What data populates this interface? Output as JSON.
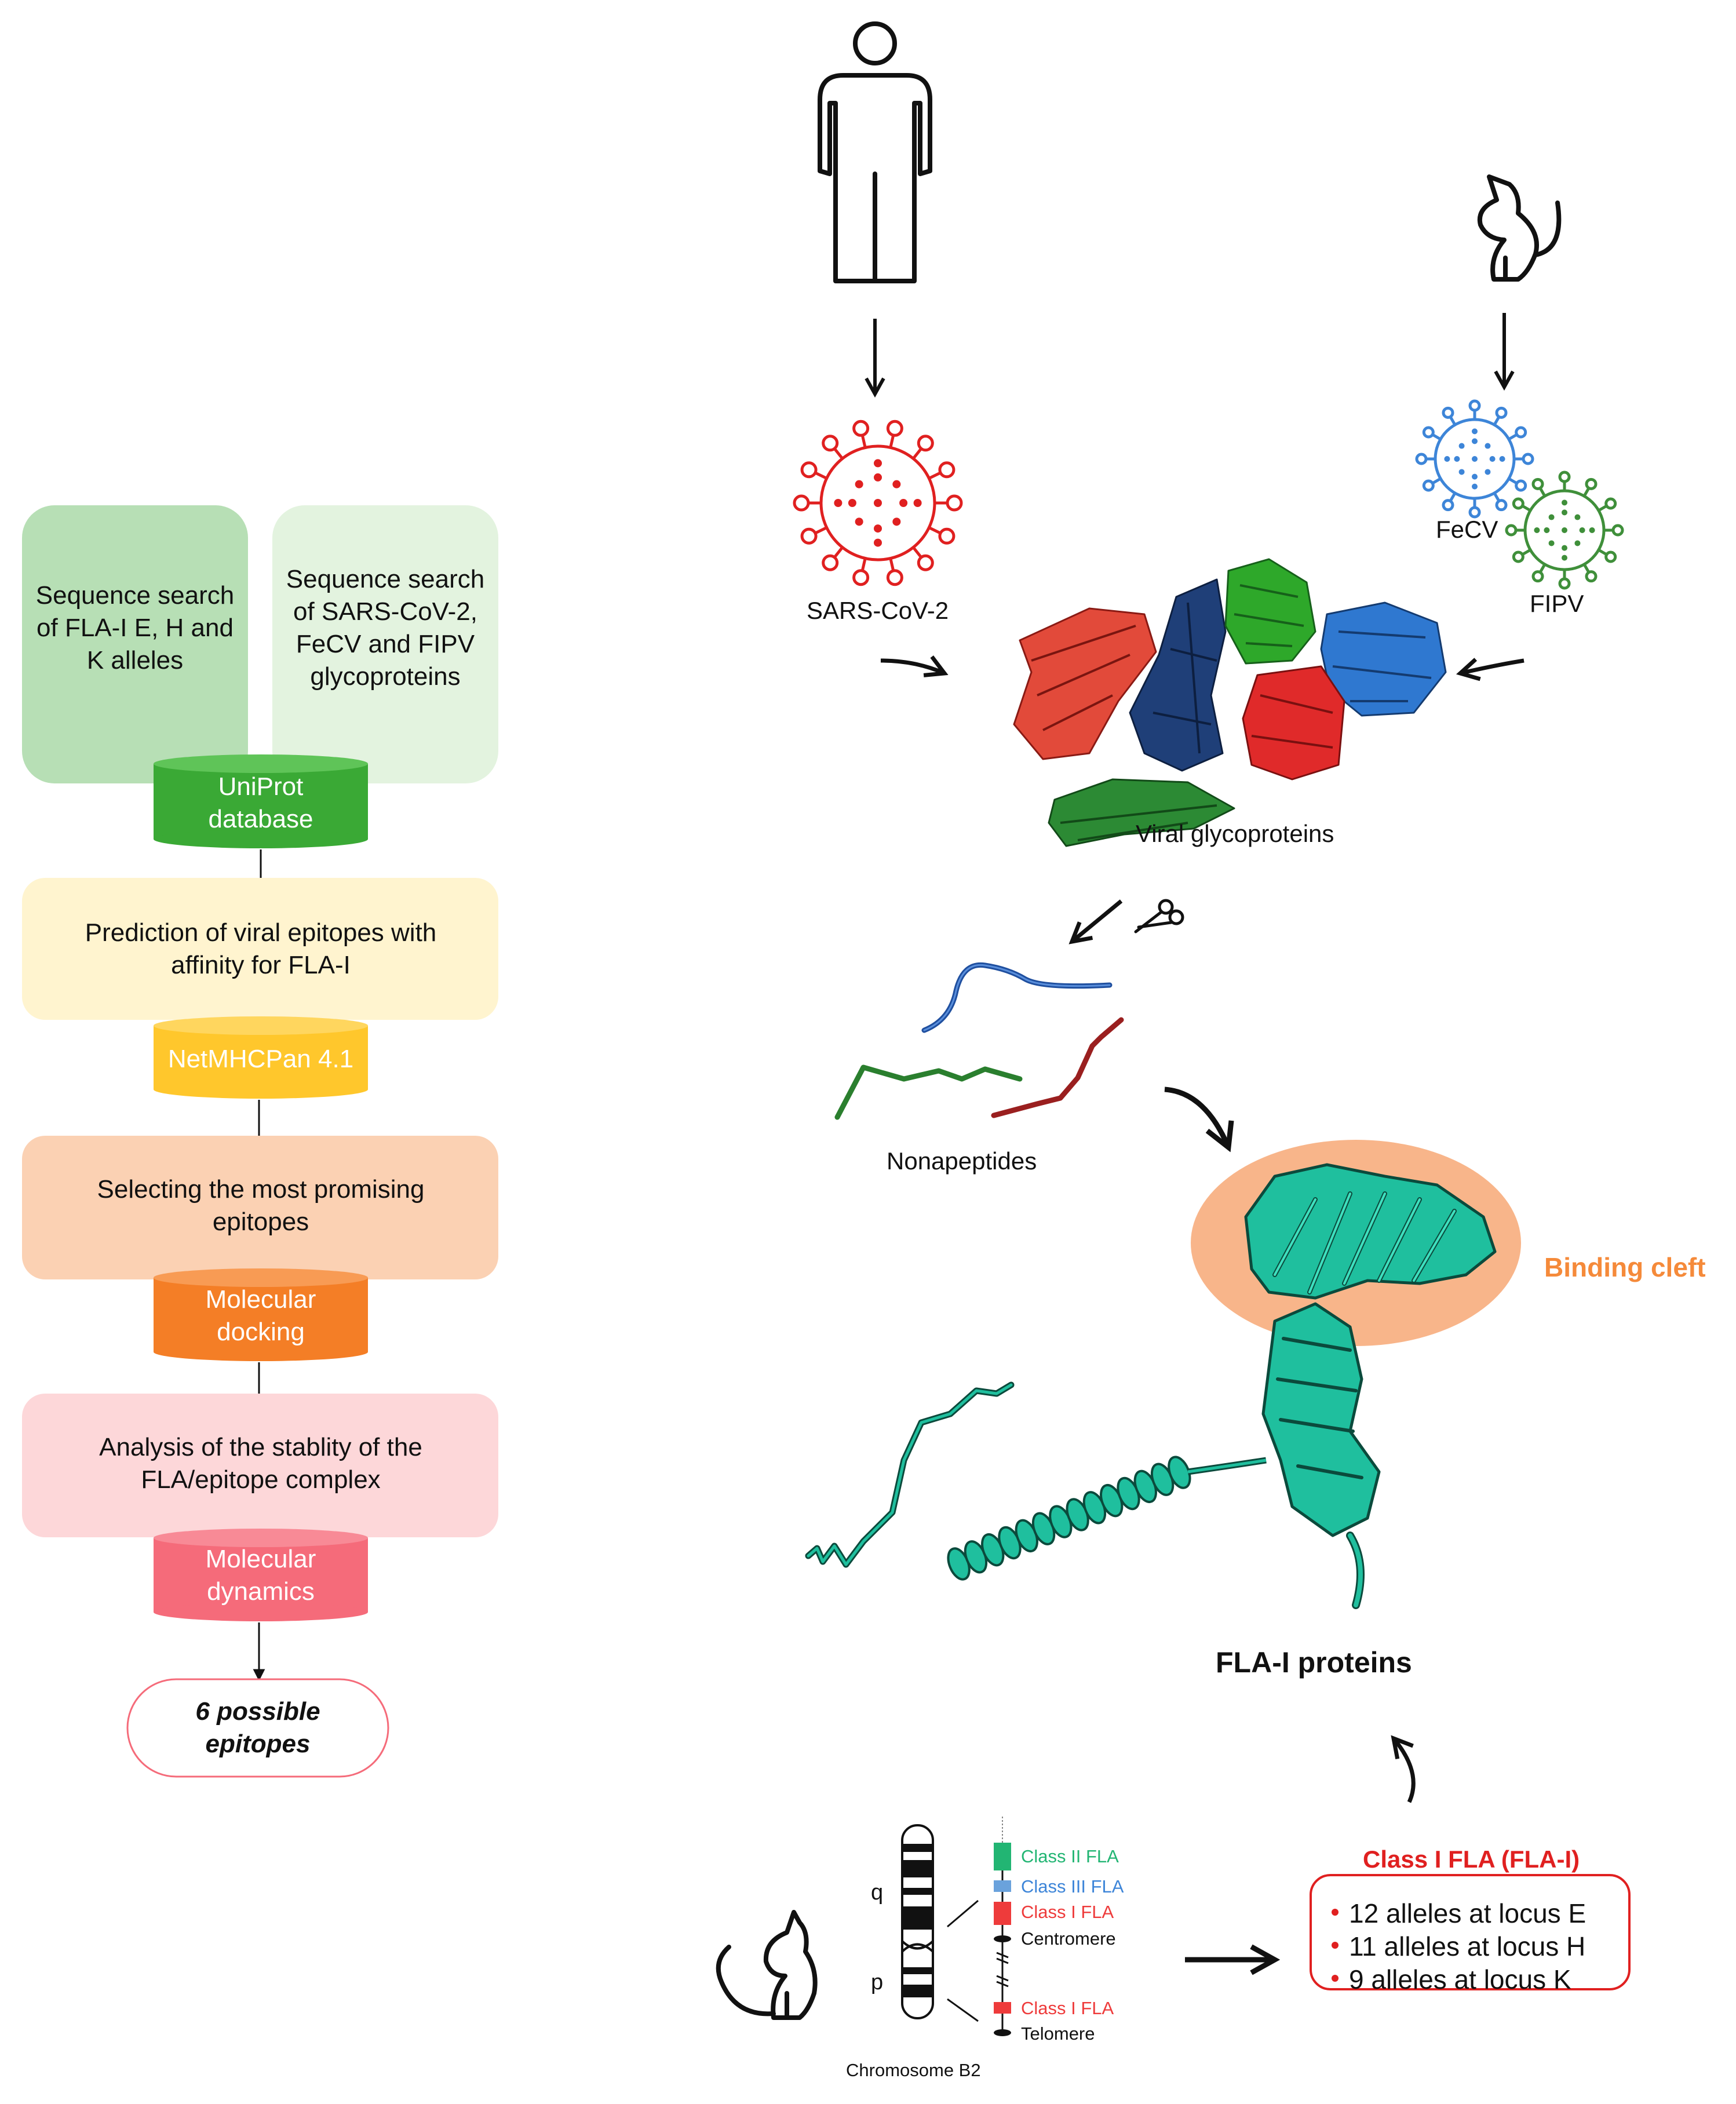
{
  "workflow": {
    "fla_search": "Sequence search of FLA-I E, H and K alleles",
    "viral_search": "Sequence search of SARS-CoV-2, FeCV and FIPV glycoproteins",
    "uniprot": "UniProt database",
    "prediction": "Prediction of viral epitopes with affinity for FLA-I",
    "netmhcpan": "NetMHCPan 4.1",
    "selecting": "Selecting the most promising epitopes",
    "docking": "Molecular docking",
    "stability": "Analysis of the stablity of the FLA/epitope complex",
    "dynamics": "Molecular dynamics",
    "result": "6 possible epitopes"
  },
  "pathway": {
    "sars": "SARS-CoV-2",
    "fecv": "FeCV",
    "fipv": "FIPV",
    "glycoproteins": "Viral glycoproteins",
    "nonapeptides": "Nonapeptides",
    "binding_cleft": "Binding cleft",
    "fla_proteins": "FLA-I proteins"
  },
  "chromosome": {
    "arm_q": "q",
    "arm_p": "p",
    "class2": "Class II FLA",
    "class3": "Class III FLA",
    "class1": "Class I FLA",
    "centromere": "Centromere",
    "class1_p": "Class I FLA",
    "telomere": "Telomere",
    "name": "Chromosome B2"
  },
  "alleles": {
    "title": "Class I FLA (FLA-I)",
    "items": [
      "12 alleles at locus E",
      "11 alleles at locus H",
      "9 alleles at locus K"
    ]
  },
  "colors": {
    "green_dark": "#b7dfb5",
    "green_light": "#e3f3df",
    "uniprot": "#3aa935",
    "yellow": "#fff4cf",
    "netmhc": "#ffc72c",
    "orange": "#fbd1b3",
    "docking": "#f47e26",
    "pink": "#fdd7d9",
    "dynamics": "#f56b7a",
    "sars_red": "#e02020",
    "fecv_blue": "#3d85d8",
    "fipv_green": "#3f8f3a",
    "teal": "#1fbf9e",
    "cleft": "#f8b58a"
  }
}
